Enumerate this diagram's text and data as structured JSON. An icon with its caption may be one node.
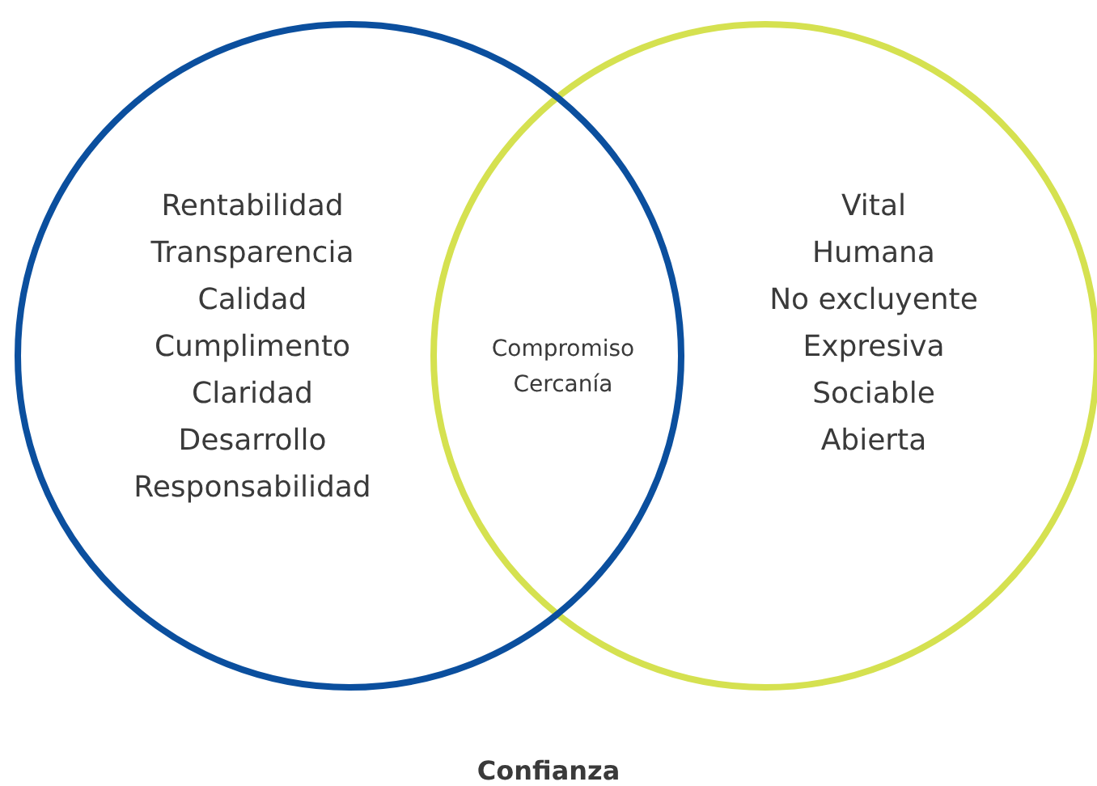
{
  "diagram": {
    "caption": "Confianza",
    "nodes": [
      {
        "text": [
          "Rentabilidad",
          "Transparencia",
          "Calidad",
          "Cumplimento",
          "Claridad",
          "Desarrollo",
          "Responsabilidad"
        ]
      },
      {
        "text": [
          "Vital",
          "Humana",
          "No excluyente",
          "Expresiva",
          "Sociable",
          "Abierta"
        ]
      },
      {
        "text": [
          "Compromiso",
          "Cercanía"
        ]
      }
    ]
  }
}
